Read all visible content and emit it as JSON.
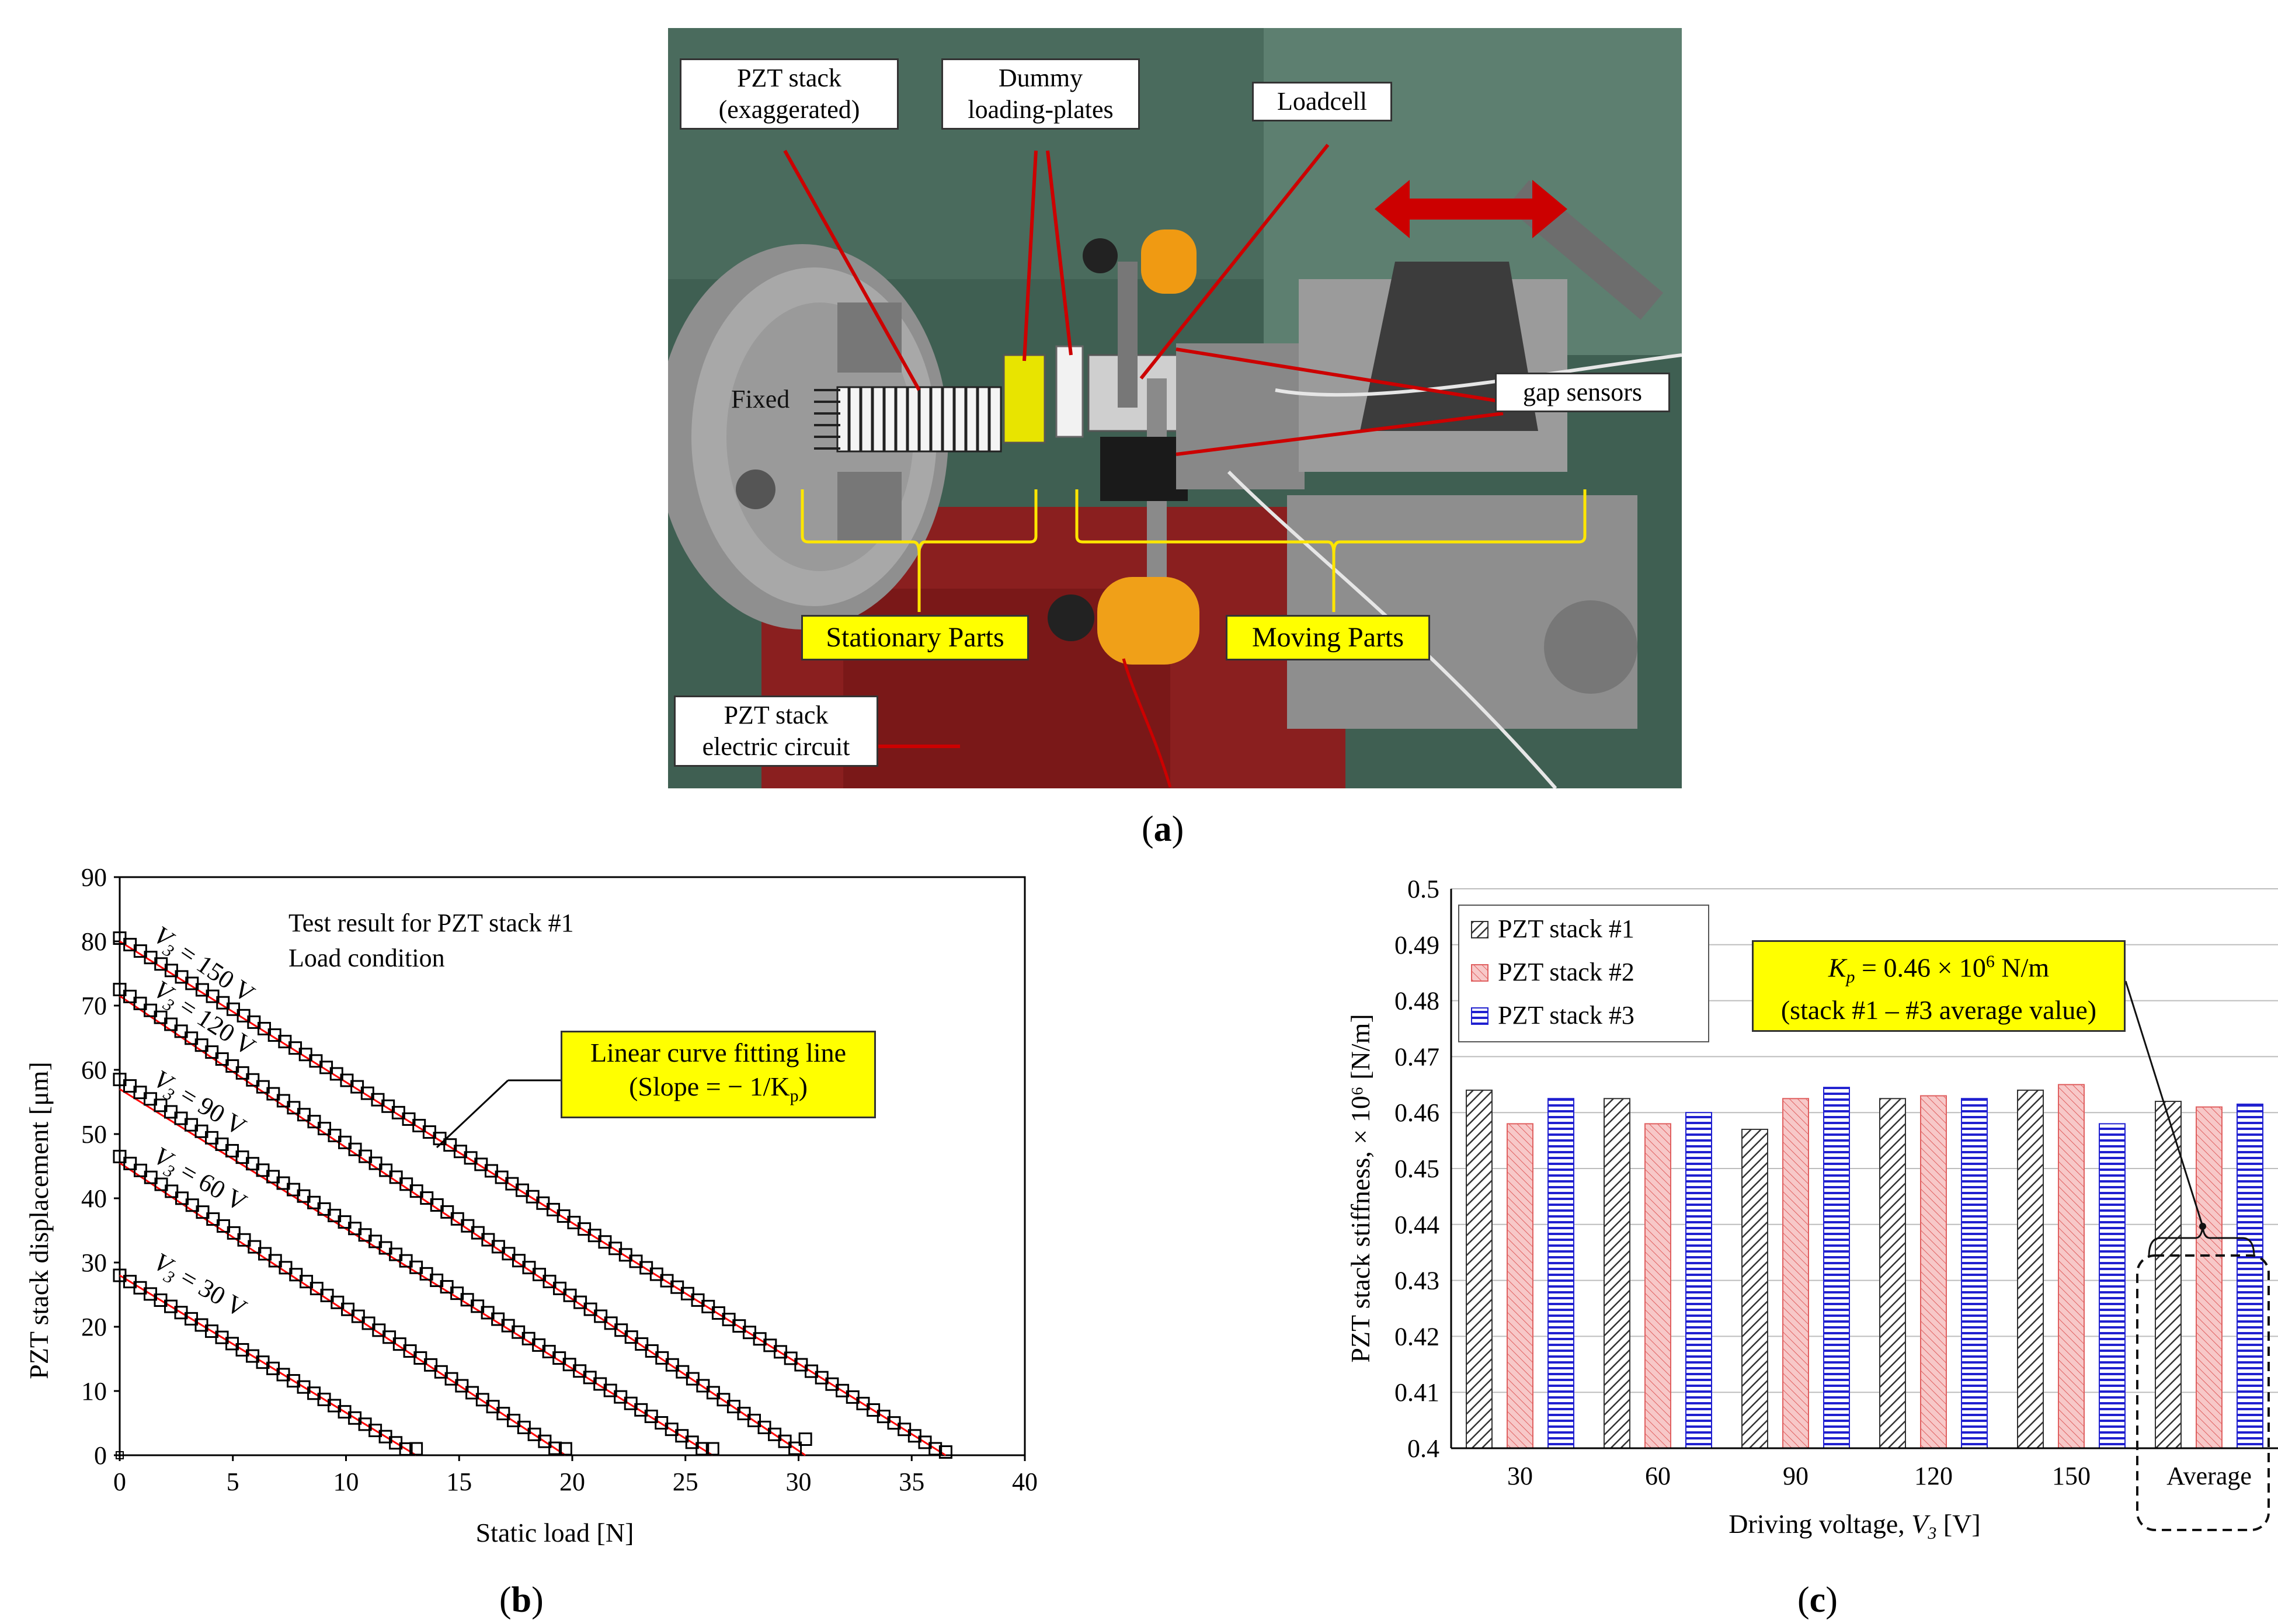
{
  "panels": {
    "a": {
      "letter": "a",
      "open": "(",
      "close": ")"
    },
    "b": {
      "letter": "b",
      "open": "(",
      "close": ")"
    },
    "c": {
      "letter": "c",
      "open": "(",
      "close": ")"
    }
  },
  "photo": {
    "labels": {
      "pzt_stack": [
        "PZT stack",
        "(exaggerated)"
      ],
      "dummy": [
        "Dummy",
        "loading-plates"
      ],
      "loadcell": "Loadcell",
      "gap_sensors": "gap sensors",
      "fixed": "Fixed",
      "stationary": "Stationary Parts",
      "moving": "Moving Parts",
      "circuit": [
        "PZT stack",
        "electric circuit"
      ]
    },
    "colors": {
      "arrow": "#cc0000",
      "bracket": "#ffe600",
      "chuck": "#9a9a9a",
      "machine": "#3f5f52",
      "carriage": "#8a1f1f"
    }
  },
  "chart_data": [
    {
      "type": "scatter",
      "title": "",
      "annotation_lines": [
        "Test result for PZT stack #1",
        "Load condition"
      ],
      "xlabel": "Static load [N]",
      "ylabel": "PZT stack displacement [μm]",
      "xlim": [
        0,
        40
      ],
      "ylim": [
        0,
        90
      ],
      "xticks": [
        0,
        5,
        10,
        15,
        20,
        25,
        30,
        35,
        40
      ],
      "yticks": [
        0,
        10,
        20,
        30,
        40,
        50,
        60,
        70,
        80,
        90
      ],
      "grid": false,
      "fit_callout": [
        "Linear curve fitting line",
        "(Slope = − 1/K",
        "p",
        ")"
      ],
      "series": [
        {
          "label": "V",
          "sub": "3",
          "rest": " = 150 V",
          "y0": 80.5,
          "xend": 36.5,
          "fit_start": 80.0
        },
        {
          "label": "V",
          "sub": "3",
          "rest": " = 120 V",
          "y0": 72.5,
          "xend": 30.3,
          "fit_start": 71.5
        },
        {
          "label": "V",
          "sub": "3",
          "rest": " = 90 V",
          "y0": 58.5,
          "xend": 26.2,
          "fit_start": 57.0
        },
        {
          "label": "V",
          "sub": "3",
          "rest": " = 60 V",
          "y0": 46.5,
          "xend": 19.7,
          "fit_start": 45.5
        },
        {
          "label": "V",
          "sub": "3",
          "rest": " = 30 V",
          "y0": 28.0,
          "xend": 13.1,
          "fit_start": 28.0
        }
      ],
      "fit_color": "#ff0000"
    },
    {
      "type": "bar",
      "title": "",
      "xlabel_main": "Driving voltage, ",
      "xlabel_var": "V",
      "xlabel_sub": "3",
      "xlabel_unit": " [V]",
      "ylabel": "PZT stack stiffness, × 10⁶ [N/m]",
      "categories": [
        "30",
        "60",
        "90",
        "120",
        "150",
        "Average"
      ],
      "ylim": [
        0.4,
        0.5
      ],
      "yticks": [
        "0.4",
        "0.41",
        "0.42",
        "0.43",
        "0.44",
        "0.45",
        "0.46",
        "0.47",
        "0.48",
        "0.49",
        "0.5"
      ],
      "grid": true,
      "legend_position": "top-left",
      "series": [
        {
          "name": "PZT stack #1",
          "color": "#333333",
          "pattern": "diag",
          "values": [
            0.464,
            0.4625,
            0.457,
            0.4625,
            0.464,
            0.462
          ]
        },
        {
          "name": "PZT stack #2",
          "color": "#e06060",
          "pattern": "diag-pink",
          "values": [
            0.458,
            0.458,
            0.4625,
            0.463,
            0.465,
            0.461
          ]
        },
        {
          "name": "PZT stack #3",
          "color": "#2020d0",
          "pattern": "horiz",
          "values": [
            0.4625,
            0.46,
            0.4645,
            0.4625,
            0.458,
            0.4615
          ]
        }
      ],
      "callout": {
        "k": "K",
        "sub": "p",
        "value": " = 0.46 × 10",
        "exp": "6",
        "unit": " N/m",
        "line2": "(stack #1 – #3 average value)"
      }
    }
  ]
}
